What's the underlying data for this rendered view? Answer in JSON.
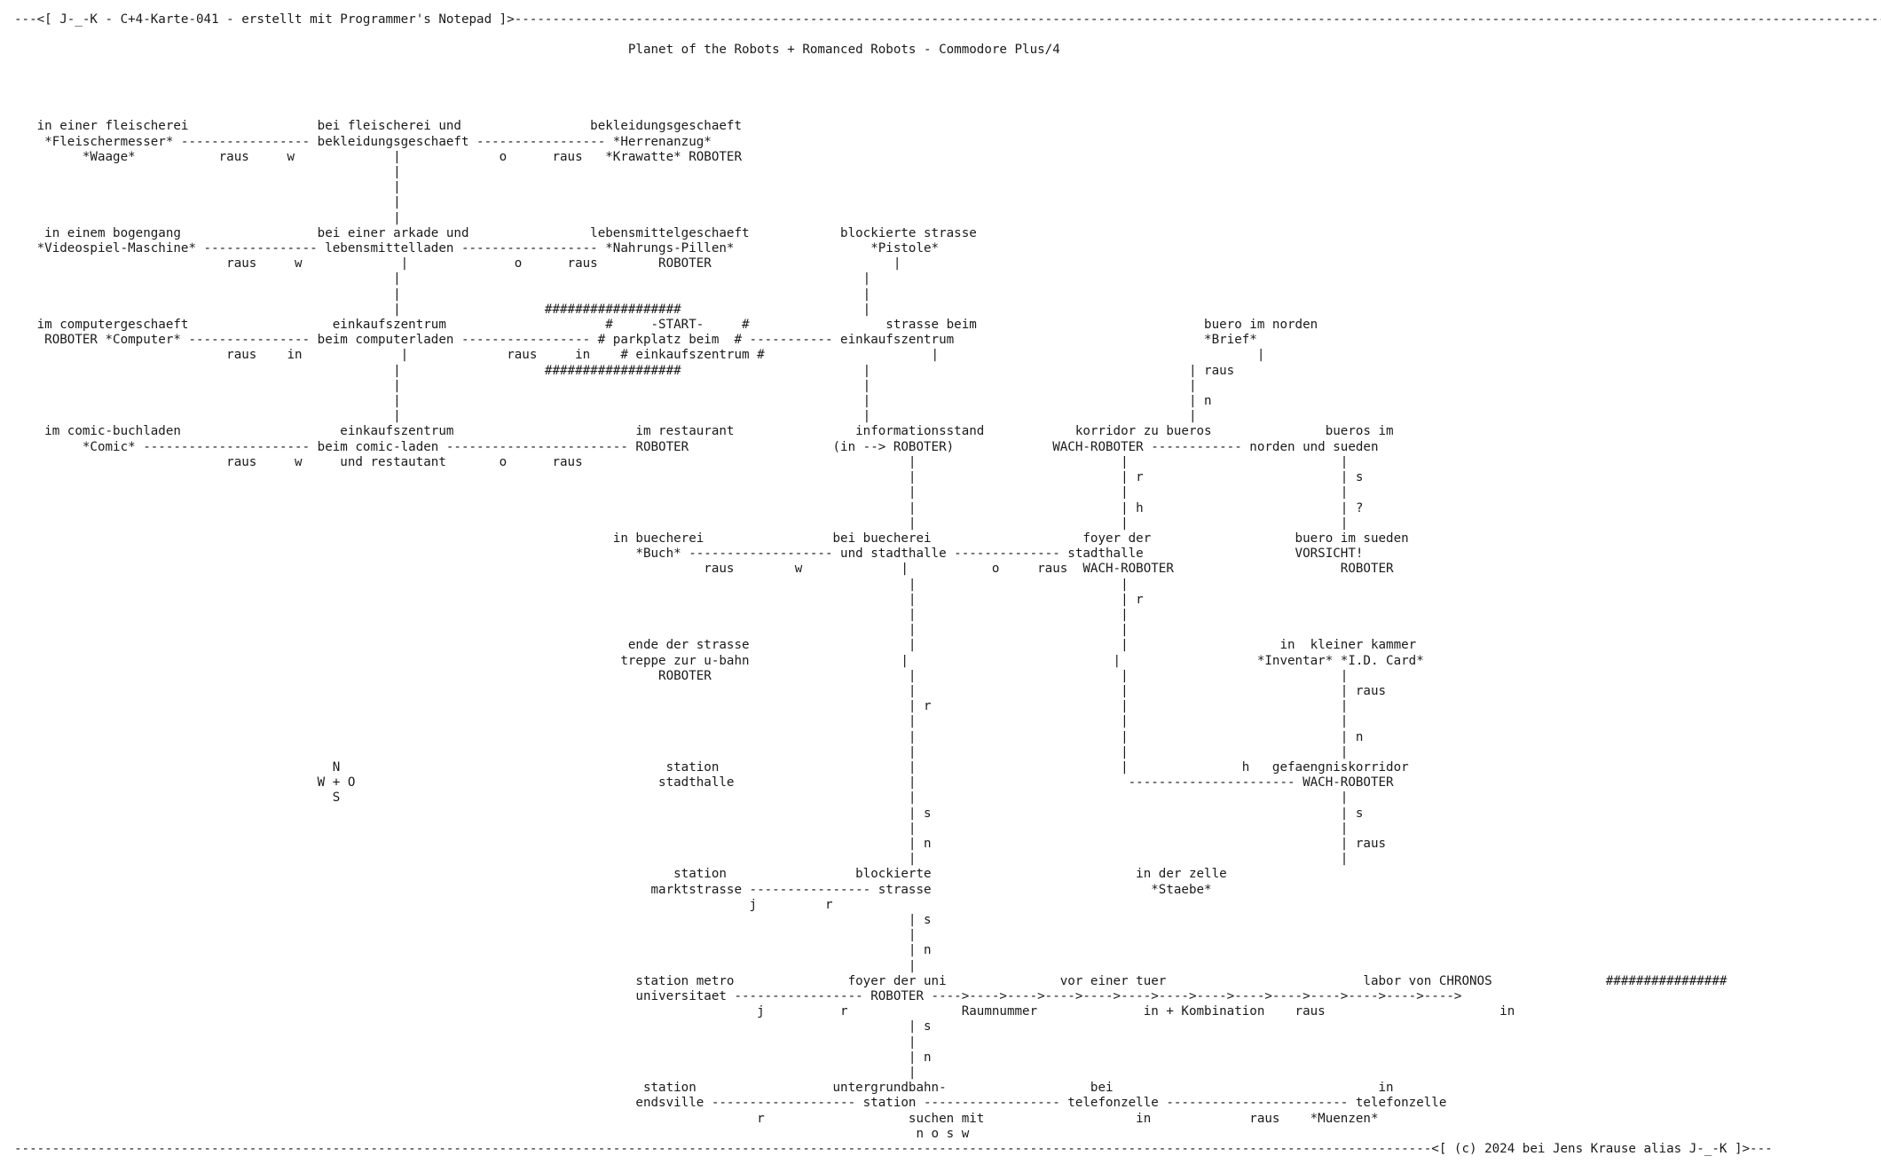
{
  "document": {
    "header": "---<[ J-_-K - C+4-Karte-041 - erstellt mit Programmer's Notepad ]>----------------------------------------------------------------------------------------------------------------------------------------------------------------------------------------------",
    "title": "Planet of the Robots + Romanced Robots - Commodore Plus/4",
    "footer": "-------------------------------------------------------------------------------------------------------------------------------------------------------------------------------------------<[ (c) 2024 bei Jens Krause alias J-_-K ]>---",
    "map_lines": [
      "",
      "",
      "",
      "",
      "   in einer fleischerei                 bei fleischerei und                 bekleidungsgeschaeft",
      "    *Fleischermesser* ----------------- bekleidungsgeschaeft ----------------- *Herrenanzug*",
      "         *Waage*           raus     w             |             o      raus   *Krawatte* ROBOTER",
      "                                                  |",
      "                                                  |",
      "                                                  |",
      "                                                  |",
      "    in einem bogengang                  bei einer arkade und                lebensmittelgeschaeft            blockierte strasse",
      "   *Videospiel-Maschine* --------------- lebensmittelladen ------------------ *Nahrungs-Pillen*                  *Pistole*",
      "                            raus     w             |              o      raus        ROBOTER                        |",
      "                                                  |                                                             |",
      "                                                  |                                                             |",
      "                                                  |                   ##################                        |",
      "   im computergeschaeft                   einkaufszentrum                     #     -START-     #                  strasse beim                              buero im norden",
      "    ROBOTER *Computer* ---------------- beim computerladen ----------------- # parkplatz beim  # ----------- einkaufszentrum                                 *Brief*",
      "                            raus    in             |             raus     in    # einkaufszentrum #                      |                                          |",
      "                                                  |                   ##################                        |                                          | raus",
      "                                                  |                                                             |                                          |",
      "                                                  |                                                             |                                          | n",
      "                                                  |                                                             |                                          |",
      "    im comic-buchladen                     einkaufszentrum                        im restaurant                informationsstand            korridor zu bueros               bueros im",
      "         *Comic* ---------------------- beim comic-laden ------------------------ ROBOTER                   (in --> ROBOTER)             WACH-ROBOTER ------------ norden und sueden",
      "                            raus     w     und restautant       o      raus                                           |                           |                            |",
      "                                                                                                                      |                           | r                          | s",
      "                                                                                                                      |                           |                            |",
      "                                                                                                                      |                           | h                          | ?",
      "                                                                                                                      |                           |                            |",
      "                                                                               in buecherei                 bei buecherei                    foyer der                   buero im sueden",
      "                                                                                  *Buch* ------------------- und stadthalle -------------- stadthalle                    VORSICHT!",
      "                                                                                           raus        w             |           o     raus  WACH-ROBOTER                      ROBOTER",
      "                                                                                                                      |                           |",
      "                                                                                                                      |                           | r",
      "                                                                                                                      |                           |",
      "                                                                                                                      |                           |",
      "                                                                                 ende der strasse                     |                           |                    in  kleiner kammer",
      "                                                                                treppe zur u-bahn                    |                           |                  *Inventar* *I.D. Card*",
      "                                                                                     ROBOTER                          |                           |                            |",
      "                                                                                                                      |                           |                            | raus",
      "                                                                                                                      | r                         |                            |",
      "                                                                                                                      |                           |                            |",
      "                                                                                                                      |                           |                            | n",
      "                                                                                                                      |                           |                            |",
      "                                                                                      station                         |                           |               h   gefaengniskorridor",
      "                                                                                     stadthalle                       |                            ---------------------- WACH-ROBOTER",
      "                                                                                                                      |                                                        |",
      "                                                                                                                      | s                                                      | s",
      "                                                                                                                      |                                                        |",
      "                                                                                                                      | n                                                      | raus",
      "                                                                                                                      |                                                        |",
      "                                                                                       station                 blockierte                           in der zelle",
      "                                                                                    marktstrasse ---------------- strasse                             *Staebe*",
      "                                                                                                 j         r",
      "                                                                                                                      | s",
      "                                                                                                                      |",
      "                                                                                                                      | n",
      "                                                                                                                      |",
      "                                                                                  station metro               foyer der uni               vor einer tuer                          labor von CHRONOS               ################",
      "                                                                                  universitaet ----------------- ROBOTER ---->---->---->---->---->---->---->---->---->---->---->---->---->---->",
      "                                                                                                  j          r               Raumnummer              in + Kombination    raus                       in",
      "                                                                                                                      | s",
      "                                                                                                                      |",
      "                                                                                                                      | n",
      "                                                                                                                      |",
      "                                                                                   station                  untergrundbahn-                   bei                                   in",
      "                                                                                  endsville ------------------- station ------------------ telefonzelle ------------------------ telefonzelle",
      "                                                                                                  r                   suchen mit                    in             raus    *Muenzen*",
      "                                                                                                                       n o s w"
    ],
    "compass": {
      "north": "N",
      "west_east": "W + O",
      "south": "S"
    }
  }
}
